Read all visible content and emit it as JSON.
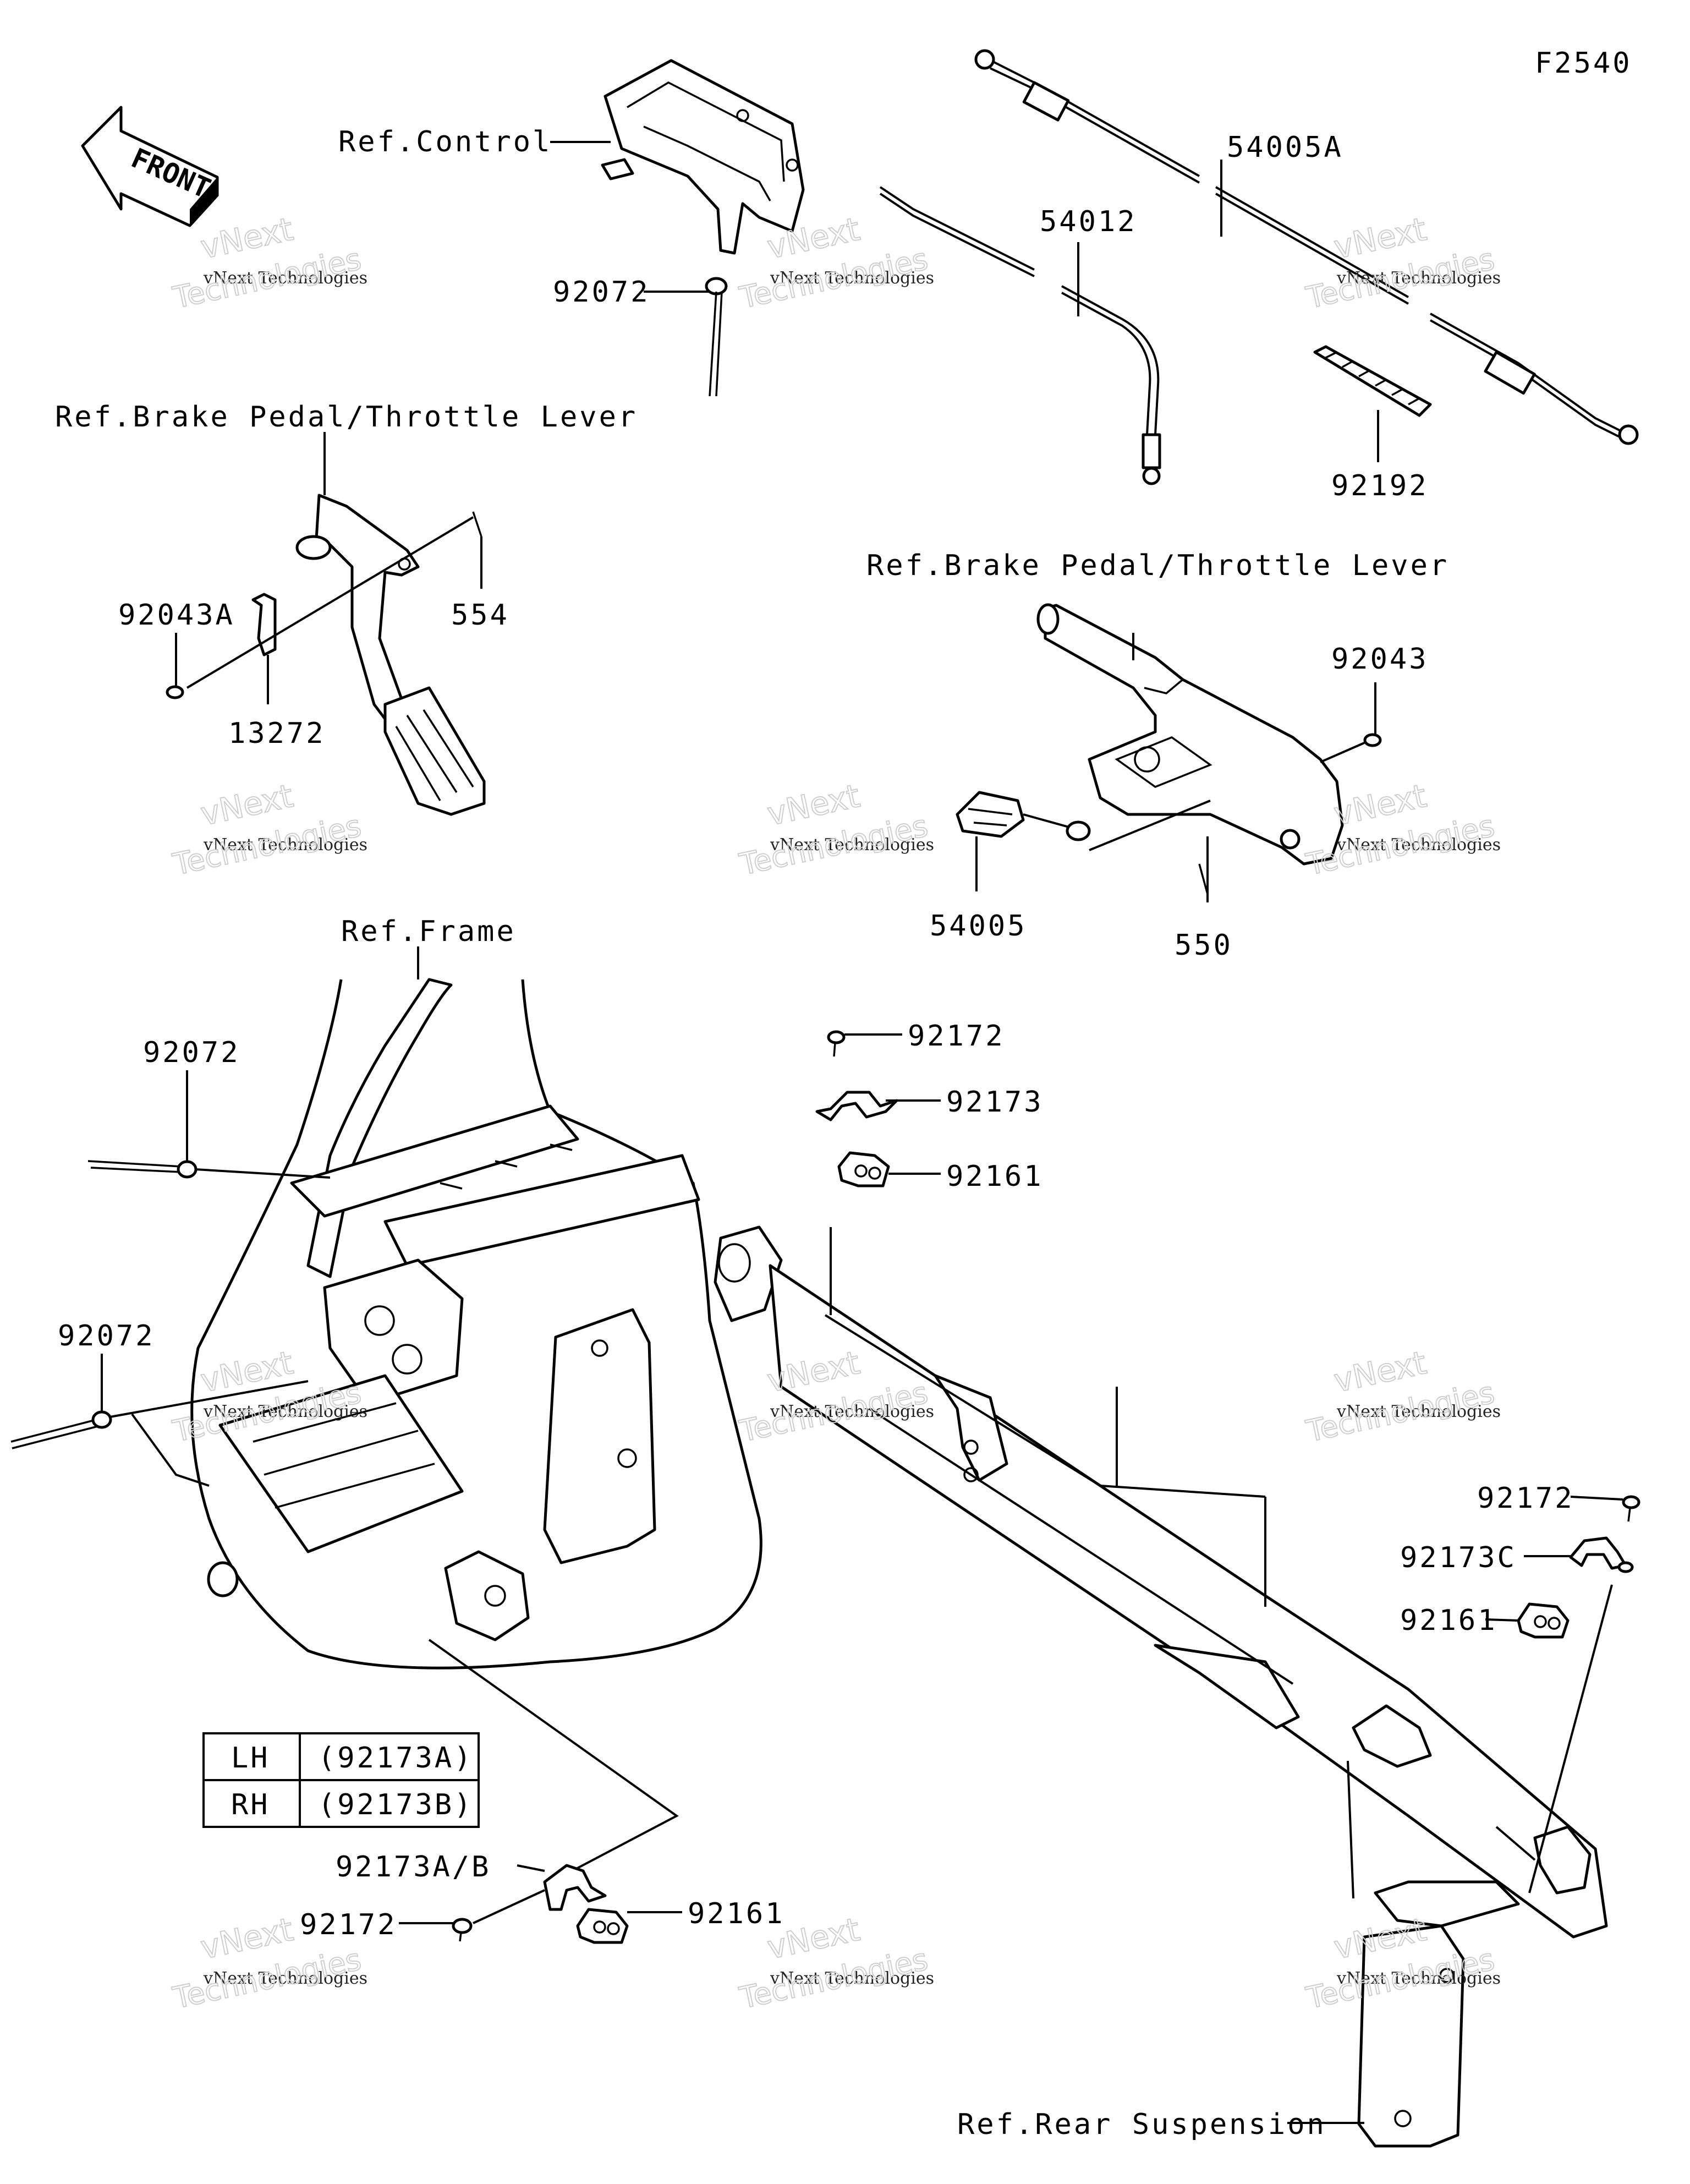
{
  "figure_code": "F2540",
  "front_arrow": "FRONT",
  "watermark": {
    "line1": "vNext",
    "line2": "vNext Technologies",
    "line3": "Technologies"
  },
  "labels": {
    "ref_control": "Ref.Control",
    "part_92072_top": "92072",
    "part_54012": "54012",
    "part_54005A": "54005A",
    "part_92192": "92192",
    "ref_brake_pedal_left": "Ref.Brake Pedal/Throttle Lever",
    "part_92043A": "92043A",
    "part_554": "554",
    "part_13272": "13272",
    "ref_brake_pedal_right": "Ref.Brake Pedal/Throttle Lever",
    "part_92043": "92043",
    "part_54005": "54005",
    "part_550": "550",
    "ref_frame": "Ref.Frame",
    "part_92072_mid": "92072",
    "part_92072_low": "92072",
    "part_92172_top": "92172",
    "part_92173": "92173",
    "part_92161_top": "92161",
    "part_92172_right": "92172",
    "part_92173C": "92173C",
    "part_92161_right": "92161",
    "part_92173AB": "92173A/B",
    "part_92172_bottom": "92172",
    "part_92161_bottom": "92161",
    "ref_rear_suspension": "Ref.Rear Suspension"
  },
  "side_table": {
    "rows": [
      {
        "side": "LH",
        "part": "(92173A)"
      },
      {
        "side": "RH",
        "part": "(92173B)"
      }
    ]
  }
}
